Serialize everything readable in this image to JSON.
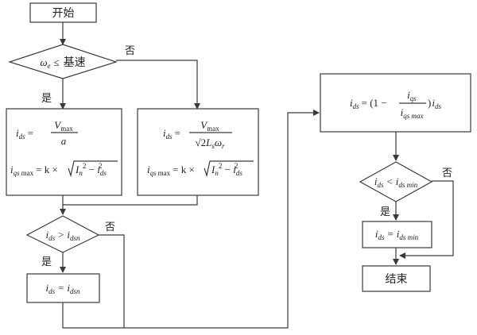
{
  "start_label": "开始",
  "end_label": "结束",
  "decision_1": {
    "omega": "ω",
    "omega_sub": "e",
    "op": "≤",
    "text": "基速"
  },
  "yes_label": "是",
  "no_label": "否",
  "box_left": {
    "i": "i",
    "ds": "ds",
    "eq": "=",
    "num": "V",
    "num_sub": "max",
    "den": "a",
    "iqs": "i",
    "iqs_sub": "qs",
    "max": "max",
    "rhs": "= k × ",
    "In": "I",
    "n": "n",
    "sq": "2",
    "minus": " − ",
    "i2": "i",
    "i2_sub": "ds",
    "sq2": "2"
  },
  "box_mid": {
    "i": "i",
    "ds": "ds",
    "eq": "=",
    "num": "V",
    "num_sub": "max",
    "den_pre": "√2",
    "den_L": "L",
    "den_L_sub": "s",
    "den_w": "ω",
    "den_w_sub": "r",
    "iqs": "i",
    "iqs_sub": "qs",
    "max": "max",
    "rhs": "= k × ",
    "In": "I",
    "n": "n",
    "sq": "2",
    "minus": " − ",
    "i2": "i",
    "i2_sub": "ds",
    "sq2": "2"
  },
  "decision_2": {
    "i": "i",
    "sub": "ds",
    "op": ">",
    "i2": "i",
    "sub2": "dsn"
  },
  "box_assign": {
    "i": "i",
    "sub": "ds",
    "eq": "=",
    "i2": "i",
    "sub2": "dsn"
  },
  "box_right": {
    "i": "i",
    "ds": "ds",
    "eq": "= (1 −",
    "frac_num": "i",
    "frac_num_sub": "qs",
    "frac_den": "i",
    "frac_den_sub": "qs max",
    "close": ")",
    "i2": "i",
    "i2_sub": "ds"
  },
  "decision_3": {
    "i": "i",
    "sub": "ds",
    "op": "<",
    "i2": "i",
    "sub2": "ds min"
  },
  "box_min": {
    "i": "i",
    "sub": "ds",
    "eq": "=",
    "i2": "i",
    "sub2": "ds min"
  }
}
